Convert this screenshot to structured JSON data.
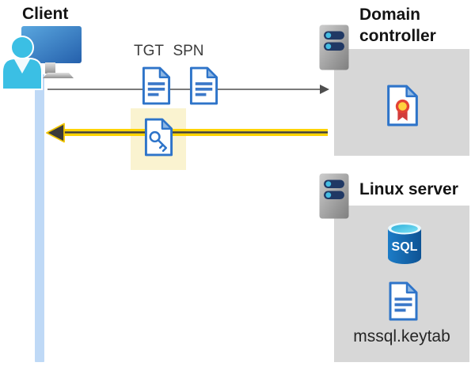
{
  "client": {
    "label": "Client"
  },
  "flow": {
    "tgt_label": "TGT",
    "spn_label": "SPN"
  },
  "domain_controller": {
    "label": "Domain controller"
  },
  "linux_server": {
    "label": "Linux server",
    "sql_label": "SQL",
    "keytab_filename": "mssql.keytab"
  },
  "icons": {
    "client-workstation-icon": "blue monitor with cyan user silhouette",
    "server-icon": "gray rack server with two navy bays and cyan lights",
    "ticket-document-icon": "white document with blue text lines and folded corner",
    "key-ticket-document-icon": "white document with blue key and folded corner",
    "certificate-icon": "white document with red and yellow rosette seal",
    "sql-database-icon": "blue database cylinder labeled SQL",
    "request-arrow-icon": "thin gray arrow pointing right",
    "response-arrow-icon": "thick yellow arrow with dark core pointing left"
  },
  "colors": {
    "accent_yellow": "#FFD400",
    "highlight_yellow": "#FAF3D0",
    "panel_gray": "#D7D7D7",
    "icon_blue": "#2E74C9",
    "user_cyan": "#3BBFE4",
    "lifeline_blue": "#BFD9F6",
    "request_arrow_gray": "#4F4F4F"
  }
}
